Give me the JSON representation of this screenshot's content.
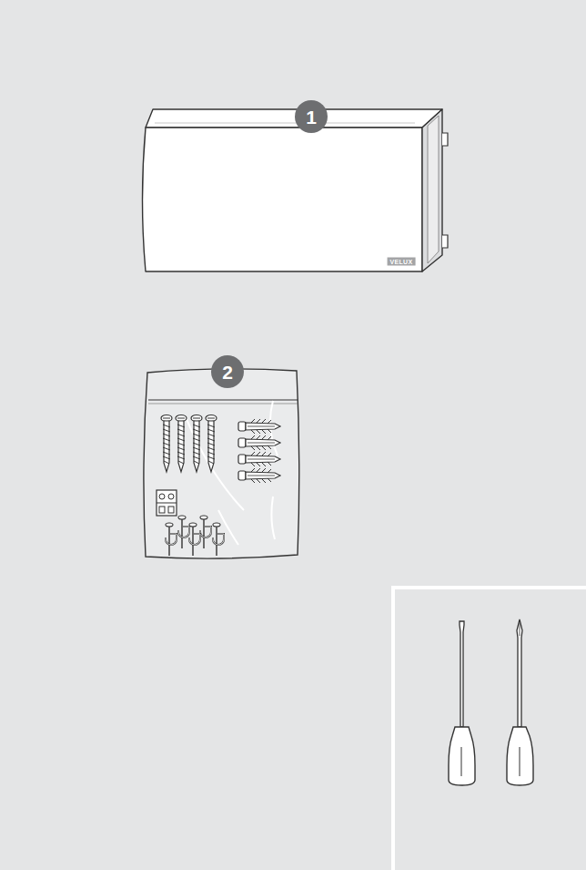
{
  "diagram": {
    "labels": [
      "1",
      "2",
      "VELUX"
    ]
  }
}
